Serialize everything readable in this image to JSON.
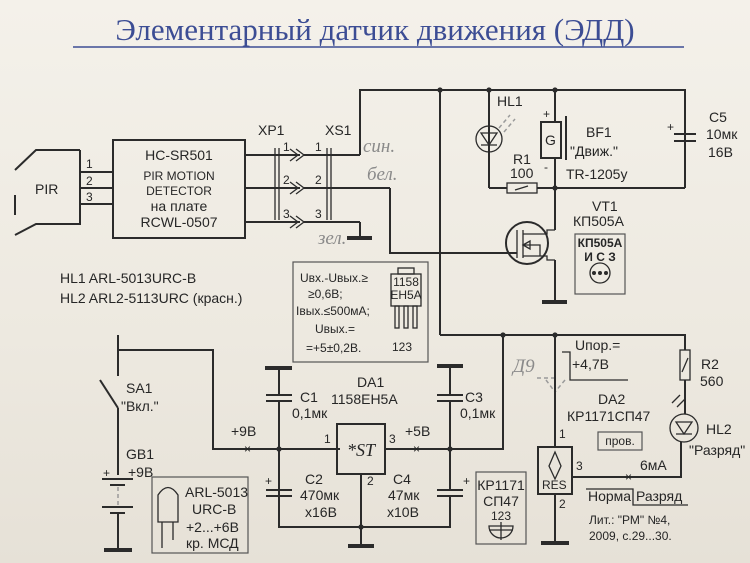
{
  "title": "Элементарный датчик движения (ЭДД)",
  "sensor": {
    "pir_label": "PIR",
    "pins": [
      "1",
      "2",
      "3"
    ],
    "module": {
      "name": "HC-SR501",
      "line1": "PIR MOTION",
      "line2": "DETECTOR",
      "line3": "на плате",
      "line4": "RCWL-0507"
    }
  },
  "connectors": {
    "xp1": "XP1",
    "xs1": "XS1",
    "pins": [
      "1",
      "2",
      "3"
    ],
    "wire_colors": {
      "w1": "син.",
      "w2": "бел.",
      "w3": "зел."
    }
  },
  "leds_note": {
    "hl1": "HL1   ARL-5013URC-B",
    "hl2": "HL2   ARL2-5113URC (красн.)"
  },
  "regulator_note": {
    "l1": "Uвх.-Uвых.≥",
    "l2": "≥0,6В;",
    "l3": "Iвых.≤500мА;",
    "l4": "Uвых.=",
    "l5": "=+5±0,2В.",
    "chip_l1": "1158",
    "chip_l2": "ЕН5А",
    "pins": "123"
  },
  "top_section": {
    "hl1": "HL1",
    "bf1": {
      "ref": "BF1",
      "name": "\"Движ.\"",
      "part": "TR-1205у",
      "g": "G",
      "plus": "+",
      "minus": "-"
    },
    "r1": {
      "ref": "R1",
      "value": "100"
    },
    "c5": {
      "ref": "C5",
      "value": "10мк",
      "voltage": "16В",
      "plus": "+"
    },
    "vt1": {
      "ref": "VT1",
      "part": "КП505А"
    },
    "pinout": {
      "title": "КП505А",
      "pins": "И С З"
    }
  },
  "power": {
    "sa1": {
      "ref": "SA1",
      "name": "\"Вкл.\""
    },
    "gb1": {
      "ref": "GB1",
      "value": "+9В"
    },
    "led_pinout": {
      "l1": "ARL-5013",
      "l2": "URC-B",
      "l3": "+2...+6В",
      "l4": "кр. МСД"
    },
    "plus9": "+9В",
    "plus5": "+5В",
    "c1": {
      "ref": "C1",
      "value": "0,1мк"
    },
    "c2": {
      "ref": "C2",
      "value": "470мк",
      "voltage": "х16В"
    },
    "c3": {
      "ref": "C3",
      "value": "0,1мк"
    },
    "c4": {
      "ref": "C4",
      "value": "47мк",
      "voltage": "х10В"
    },
    "da1": {
      "ref": "DA1",
      "part": "1158ЕН5А",
      "symbol": "*ST",
      "pin1": "1",
      "pin2": "2",
      "pin3": "3"
    }
  },
  "detector": {
    "uthr_l1": "Uпор.=",
    "uthr_l2": "+4,7В",
    "d9": "Д9",
    "da2": {
      "ref": "DA2",
      "part": "КР1171СП47",
      "res": "RES",
      "pin1": "1",
      "pin2": "2",
      "pin3": "3",
      "check": "пров."
    },
    "r2": {
      "ref": "R2",
      "value": "560"
    },
    "hl2": {
      "ref": "HL2",
      "name": "\"Разряд\""
    },
    "current": "6мА",
    "state_norm": "Норма",
    "state_disch": "Разряд",
    "pinout": {
      "l1": "КР1171",
      "l2": "СП47",
      "pins": "123"
    },
    "ref_l1": "Лит.: \"РМ\" №4,",
    "ref_l2": "2009, с.29...30."
  }
}
